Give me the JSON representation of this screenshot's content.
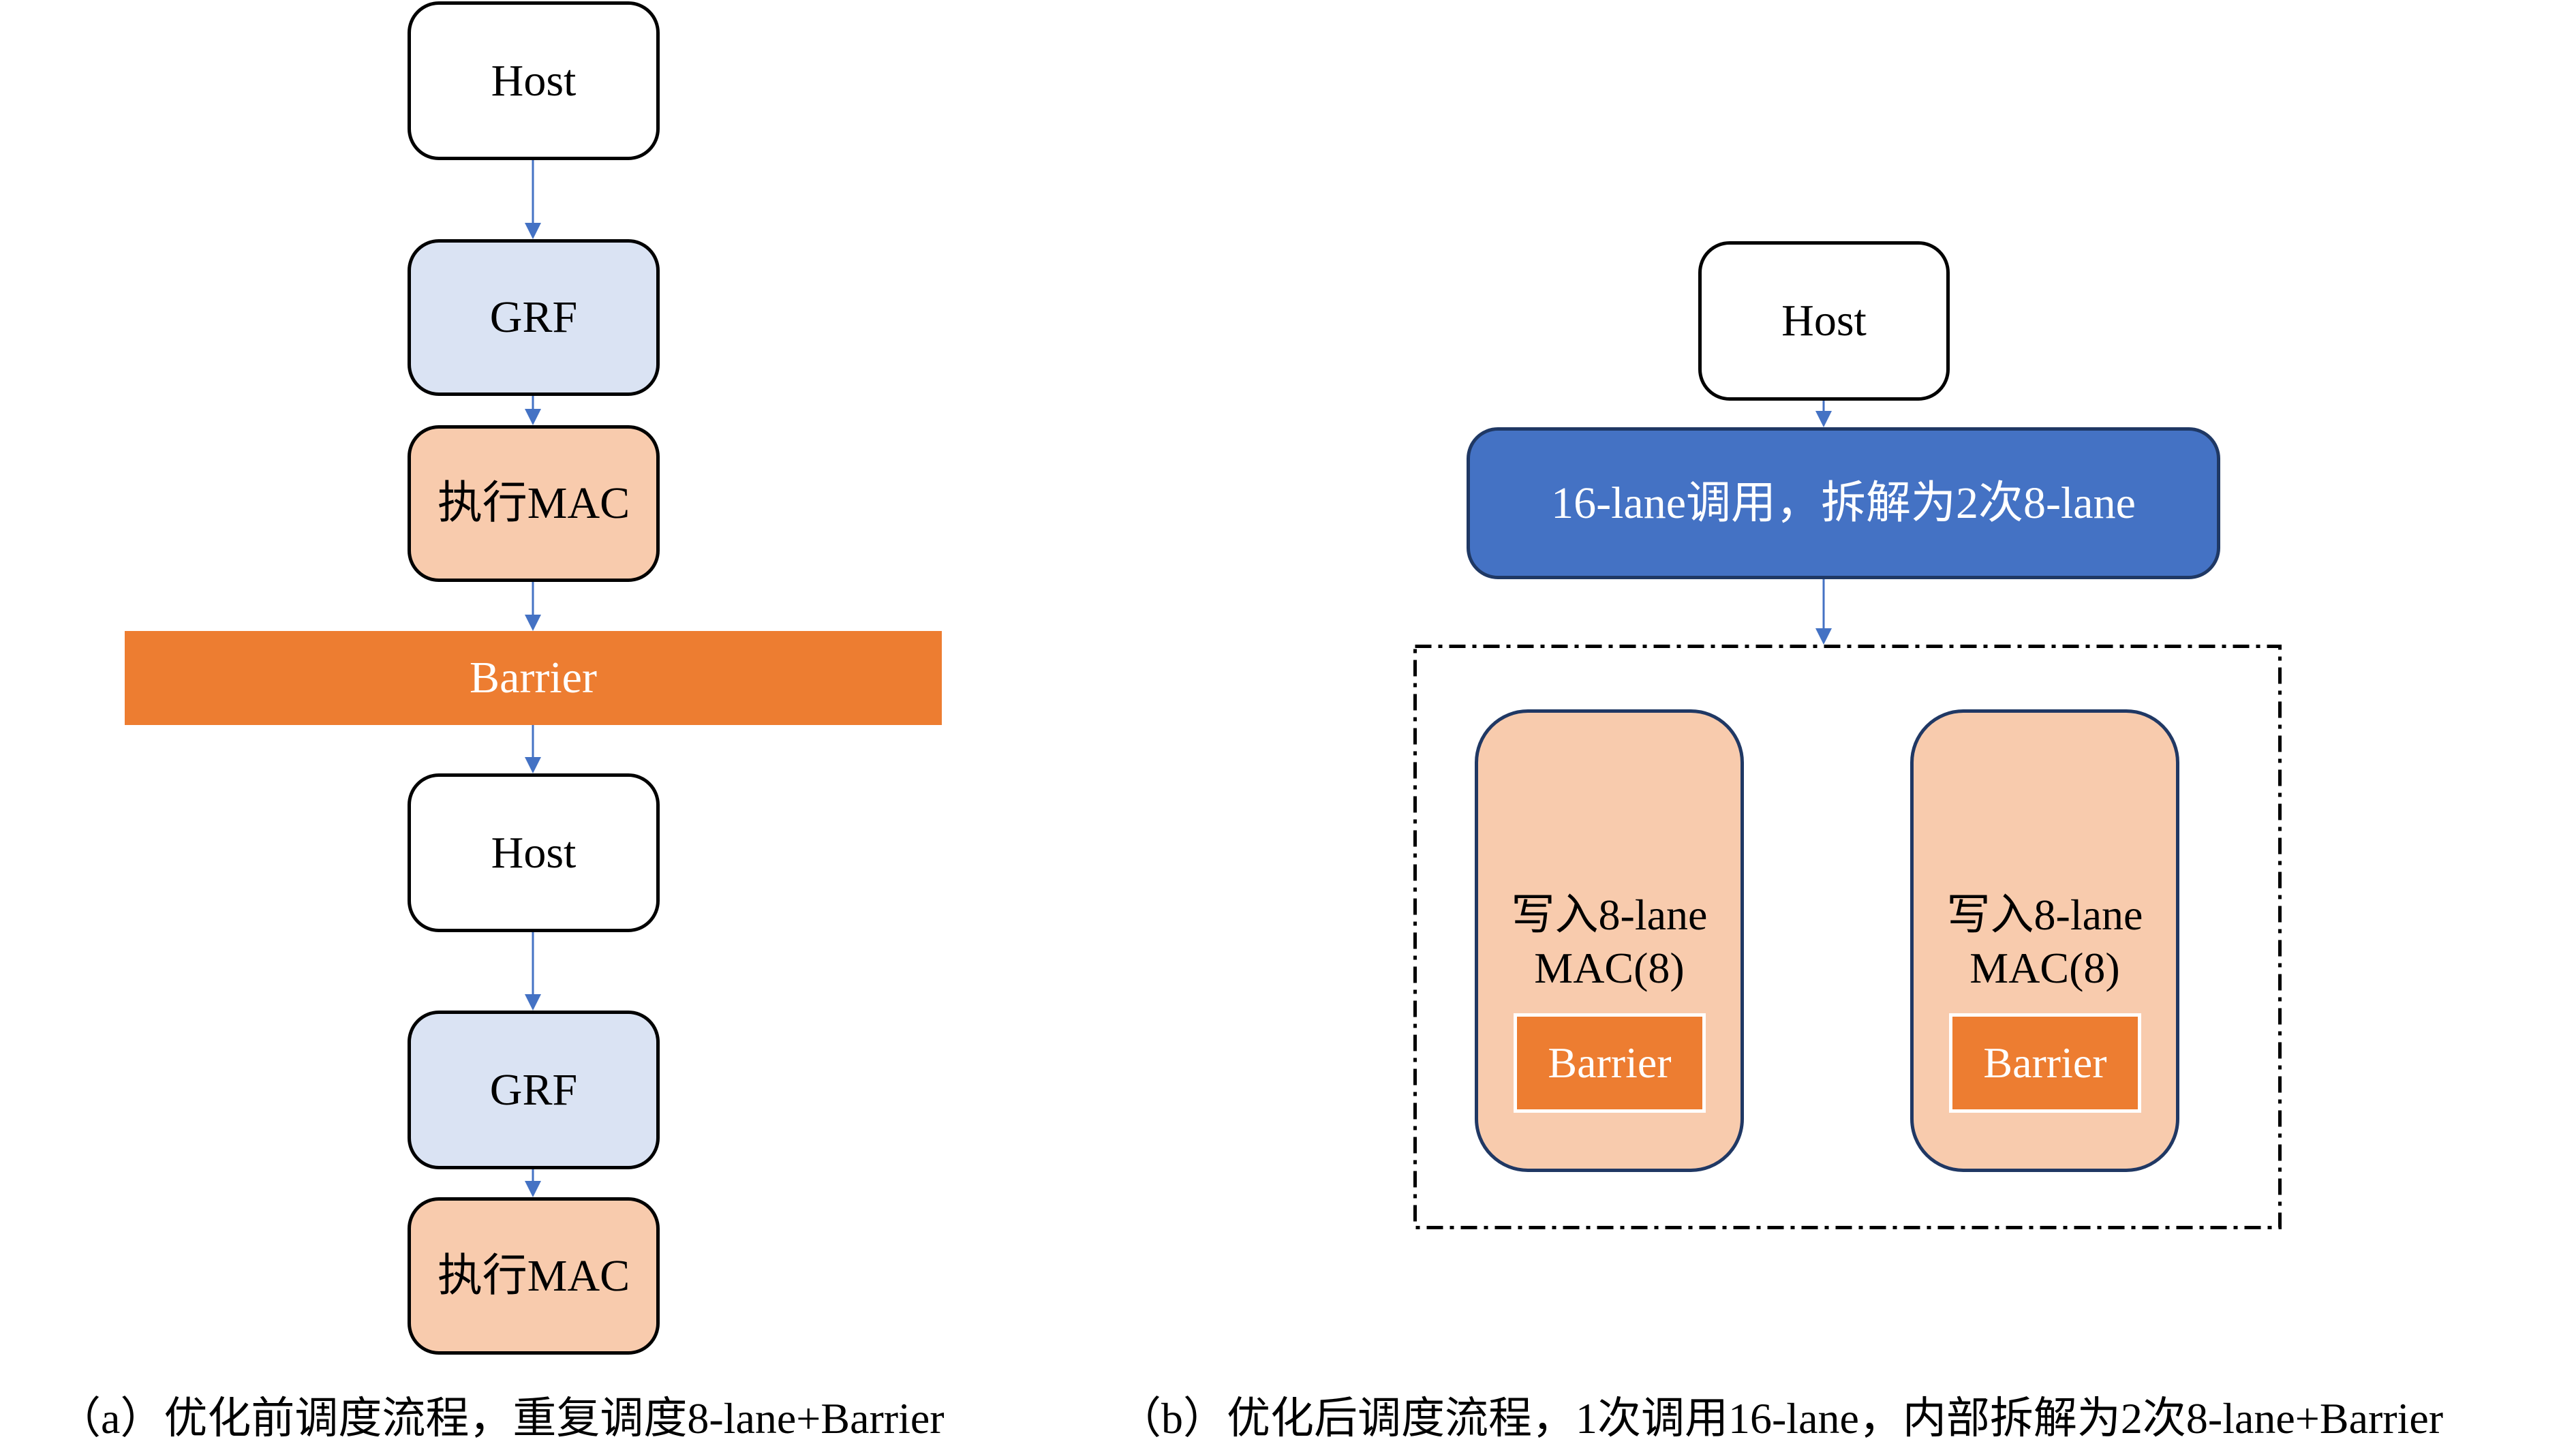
{
  "colors": {
    "arrow": "#4472C4",
    "grf_fill": "#DAE3F3",
    "mac_fill": "#F8CBAD",
    "barrier_fill": "#ED7D31",
    "call_fill": "#4472C4",
    "call_border": "#1F3864"
  },
  "panel_a": {
    "nodes": {
      "host_1": "Host",
      "grf_1": "GRF",
      "mac_1": "执行MAC",
      "barrier": "Barrier",
      "host_2": "Host",
      "grf_2": "GRF",
      "mac_2": "执行MAC"
    },
    "edges": [
      {
        "from": "host_1",
        "to": "grf_1"
      },
      {
        "from": "grf_1",
        "to": "mac_1"
      },
      {
        "from": "mac_1",
        "to": "barrier"
      },
      {
        "from": "barrier",
        "to": "host_2"
      },
      {
        "from": "host_2",
        "to": "grf_2"
      },
      {
        "from": "grf_2",
        "to": "mac_2"
      }
    ],
    "caption": "（a）优化前调度流程，重复调度8-lane+Barrier"
  },
  "panel_b": {
    "nodes": {
      "host": "Host",
      "call": "16-lane调用，拆解为2次8-lane",
      "lane_left": {
        "line1": "写入8-lane",
        "line2": "MAC(8)",
        "barrier": "Barrier"
      },
      "lane_right": {
        "line1": "写入8-lane",
        "line2": "MAC(8)",
        "barrier": "Barrier"
      }
    },
    "edges": [
      {
        "from": "host",
        "to": "call"
      },
      {
        "from": "call",
        "to": "group"
      }
    ],
    "caption": "（b）优化后调度流程，1次调用16-lane，内部拆解为2次8-lane+Barrier"
  }
}
